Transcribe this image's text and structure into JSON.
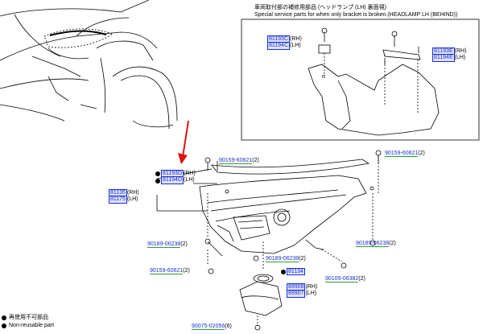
{
  "note": {
    "jp": "車両取付部の補修用部品 (ヘッドランプ (LH) 裏面視)",
    "en": "Special service parts for when only bracket is broken.(HEADLAMP LH (BEHIND))"
  },
  "legend": {
    "jp": "再使用不可部品",
    "en": "Non-reusable part"
  },
  "labels": {
    "bracket_a": {
      "rh": "81193C",
      "rh_sfx": "(RH)",
      "lh": "81194C",
      "lh_sfx": "(LH)"
    },
    "bracket_b": {
      "rh": "81193E",
      "rh_sfx": "(RH)",
      "lh": "81194E",
      "lh_sfx": "(LH)"
    },
    "bracket_c": {
      "rh": "81193D",
      "rh_sfx": "(RH)",
      "lh": "81194D",
      "lh_sfx": "(LH)"
    },
    "headlamp": {
      "rh": "81135",
      "rh_sfx": "(RH)",
      "lh": "81175",
      "lh_sfx": "(LH)"
    },
    "bulb_unit": {
      "rh": "89908",
      "rh_sfx": "(RH)",
      "lh": "89907",
      "lh_sfx": "(LH)"
    },
    "bolt_top_left": {
      "num": "90159-60621",
      "qty": "(2)"
    },
    "bolt_top_right": {
      "num": "90159-60621",
      "qty": "(2)"
    },
    "screw_left": {
      "num": "90189-06238",
      "qty": "(2)"
    },
    "screw_right": {
      "num": "90189-06238",
      "qty": "(2)"
    },
    "bolt_bottom_left": {
      "num": "90159-60621",
      "qty": "(2)"
    },
    "screw_center": {
      "num": "90189-06238",
      "qty": "(2)"
    },
    "gasket": {
      "num": "81134"
    },
    "bolt_bottom_right": {
      "num": "90109-06382",
      "qty": "(2)"
    },
    "clip_bottom": {
      "num": "90075-02056",
      "qty": "(6)"
    },
    "small_n": "n"
  }
}
